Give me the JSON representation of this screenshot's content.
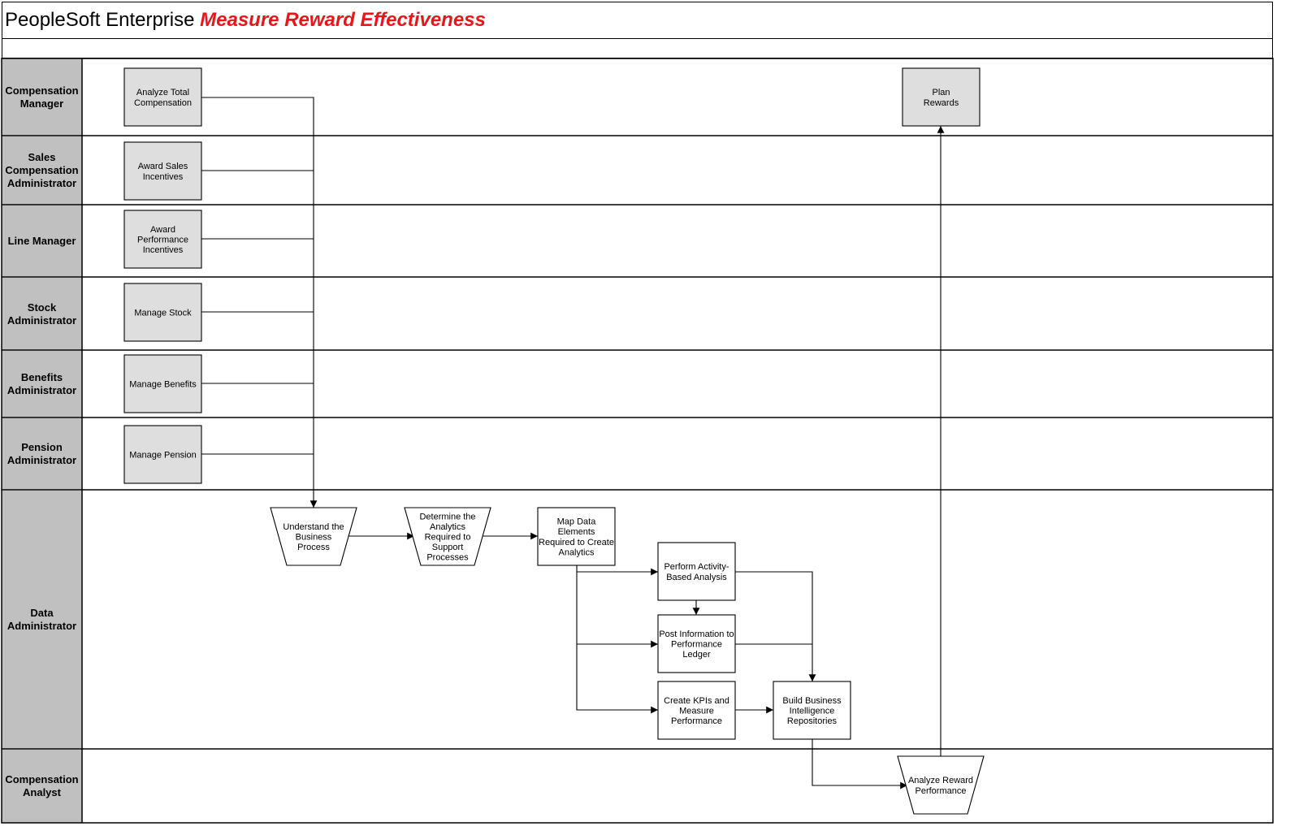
{
  "title": {
    "prefix": "PeopleSoft Enterprise ",
    "emphasis": "Measure Reward Effectiveness"
  },
  "colors": {
    "title_emphasis": "#e8161b",
    "lane_header": "#c0c0c0",
    "external_box": "#dedede",
    "process_box": "#ffffff",
    "line": "#000000"
  },
  "lanes": [
    {
      "id": "compensation-manager",
      "label": "Compensation Manager"
    },
    {
      "id": "sales-compensation-administrator",
      "label": "Sales Compensation Administrator"
    },
    {
      "id": "line-manager",
      "label": "Line Manager"
    },
    {
      "id": "stock-administrator",
      "label": "Stock Administrator"
    },
    {
      "id": "benefits-administrator",
      "label": "Benefits Administrator"
    },
    {
      "id": "pension-administrator",
      "label": "Pension Administrator"
    },
    {
      "id": "data-administrator",
      "label": "Data Administrator"
    },
    {
      "id": "compensation-analyst",
      "label": "Compensation Analyst"
    }
  ],
  "nodes": [
    {
      "id": "analyze-total-compensation",
      "label": "Analyze Total Compensation",
      "kind": "external"
    },
    {
      "id": "award-sales-incentives",
      "label": "Award Sales Incentives",
      "kind": "external"
    },
    {
      "id": "award-performance-incentives",
      "label": "Award Performance Incentives",
      "kind": "external"
    },
    {
      "id": "manage-stock",
      "label": "Manage Stock",
      "kind": "external"
    },
    {
      "id": "manage-benefits",
      "label": "Manage Benefits",
      "kind": "external"
    },
    {
      "id": "manage-pension",
      "label": "Manage Pension",
      "kind": "external"
    },
    {
      "id": "plan-rewards",
      "label": "Plan Rewards",
      "kind": "external"
    },
    {
      "id": "understand-business-process",
      "label": "Understand the Business Process",
      "kind": "manual"
    },
    {
      "id": "determine-analytics",
      "label": "Determine the Analytics Required to Support Processes",
      "kind": "manual"
    },
    {
      "id": "map-data-elements",
      "label": "Map Data Elements Required to Create Analytics",
      "kind": "process"
    },
    {
      "id": "perform-activity-based-analysis",
      "label": "Perform Activity-Based Analysis",
      "kind": "process"
    },
    {
      "id": "post-information-performance-ledger",
      "label": "Post Information to Performance Ledger",
      "kind": "process"
    },
    {
      "id": "create-kpis",
      "label": "Create KPIs and Measure Performance",
      "kind": "process"
    },
    {
      "id": "build-bi-repositories",
      "label": "Build Business Intelligence Repositories",
      "kind": "process"
    },
    {
      "id": "analyze-reward-performance",
      "label": "Analyze Reward Performance",
      "kind": "manual"
    }
  ],
  "edges": [
    {
      "from": "analyze-total-compensation",
      "to": "understand-business-process"
    },
    {
      "from": "award-sales-incentives",
      "to": "understand-business-process"
    },
    {
      "from": "award-performance-incentives",
      "to": "understand-business-process"
    },
    {
      "from": "manage-stock",
      "to": "understand-business-process"
    },
    {
      "from": "manage-benefits",
      "to": "understand-business-process"
    },
    {
      "from": "manage-pension",
      "to": "understand-business-process"
    },
    {
      "from": "understand-business-process",
      "to": "determine-analytics"
    },
    {
      "from": "determine-analytics",
      "to": "map-data-elements"
    },
    {
      "from": "map-data-elements",
      "to": "perform-activity-based-analysis"
    },
    {
      "from": "map-data-elements",
      "to": "post-information-performance-ledger"
    },
    {
      "from": "map-data-elements",
      "to": "create-kpis"
    },
    {
      "from": "perform-activity-based-analysis",
      "to": "post-information-performance-ledger"
    },
    {
      "from": "perform-activity-based-analysis",
      "to": "build-bi-repositories"
    },
    {
      "from": "post-information-performance-ledger",
      "to": "build-bi-repositories"
    },
    {
      "from": "create-kpis",
      "to": "build-bi-repositories"
    },
    {
      "from": "build-bi-repositories",
      "to": "analyze-reward-performance"
    },
    {
      "from": "analyze-reward-performance",
      "to": "plan-rewards"
    }
  ]
}
